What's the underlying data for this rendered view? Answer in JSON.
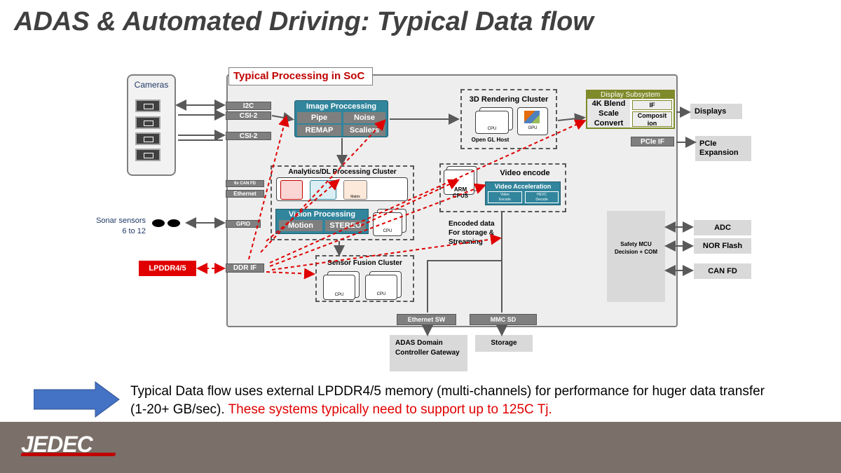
{
  "title": "ADAS & Automated Driving: Typical Data flow",
  "soc_label": "Typical Processing in SoC",
  "cameras": {
    "label": "Cameras",
    "icon": "camera-icon"
  },
  "ports": {
    "i2c": "I2C",
    "csi1": "CSI-2",
    "csi2": "CSI-2",
    "can_fd": "6x CAN FD",
    "ethernet": "Ethernet",
    "gpio": "GPIO",
    "ddr_if": "DDR IF",
    "pcie_if": "PCIe IF",
    "ethernet_sw": "Ethernet SW",
    "mmc_sd": "MMC SD"
  },
  "image_processing": {
    "title": "Image Proccessing",
    "pipe": "Pipe",
    "noise": "Noise",
    "remap": "REMAP",
    "scaliers": "Scaliers"
  },
  "rendering": {
    "title": "3D Rendering Cluster",
    "cpu": "CPU",
    "gpu": "GPU",
    "host": "Open GL Host"
  },
  "display": {
    "title": "Display Subsystem",
    "blend": "4K Blend Scale Convert",
    "if": "IF",
    "composition": "Composit ion"
  },
  "analytics": {
    "title": "Analytics/DL  Processing Cluster",
    "unit3": "Matrix"
  },
  "vision": {
    "title": "Vision Processing",
    "motion": "Motion",
    "stereo": "STEREO",
    "cpu": "CPU"
  },
  "video": {
    "arm_cpus": "ARM CPUS",
    "encode_title": "Video encode",
    "accel_title": "Video Acceleration",
    "video_encode": "Video Encode",
    "hevc_decode": "HEVC Decode"
  },
  "encoded_note": "Encoded data For storage & Streaming",
  "sensor_fusion": {
    "title": "Sensor Fusion Cluster",
    "cpu1": "CPU",
    "cpu2": "CPU"
  },
  "sonar": {
    "line1": "Sonar sensors",
    "line2": "6 to 12"
  },
  "lpddr": "LPDDR4/5",
  "external": {
    "displays": "Displays",
    "pcie_expansion": "PCIe Expansion",
    "adc": "ADC",
    "nor_flash": "NOR Flash",
    "can_fd": "CAN FD",
    "safety_mcu": "Safety MCU Decision + COM",
    "adas_gateway": "ADAS Domain Controller Gateway",
    "storage": "Storage"
  },
  "caption": {
    "black": "Typical Data flow uses external LPDDR4/5 memory (multi-channels) for performance for huger data transfer (1-20+ GB/sec).",
    "red": "These systems typically need to support up to 125C Tj."
  },
  "logo": "JEDEC",
  "colors": {
    "accent_red": "#e00000",
    "teal": "#31859c",
    "soc_bg": "#eeeeee",
    "band": "#7b6f69",
    "arrow_blue": "#4472c4",
    "display_border": "#7f8a2a"
  }
}
